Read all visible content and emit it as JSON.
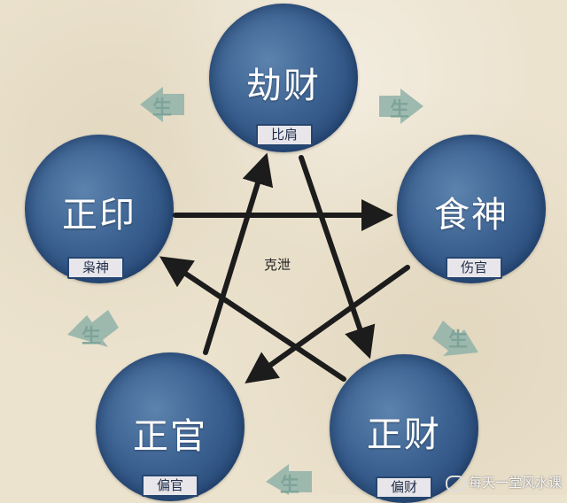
{
  "nodes": [
    {
      "id": "jiecai",
      "name": "劫财",
      "tag": "比肩"
    },
    {
      "id": "shishen",
      "name": "食神",
      "tag": "伤官"
    },
    {
      "id": "zhengcai",
      "name": "正财",
      "tag": "偏财"
    },
    {
      "id": "zhengguan",
      "name": "正官",
      "tag": "偏官"
    },
    {
      "id": "zhengyin",
      "name": "正印",
      "tag": "枭神"
    }
  ],
  "center_label": "克泄",
  "sheng_label": "生",
  "watermark": "每天一堂风水课",
  "colors": {
    "circle": "#2e5283",
    "arrow": "#1c1c1c",
    "sheng_arrow": "#8fb2a8",
    "background": "#ece3cf"
  }
}
